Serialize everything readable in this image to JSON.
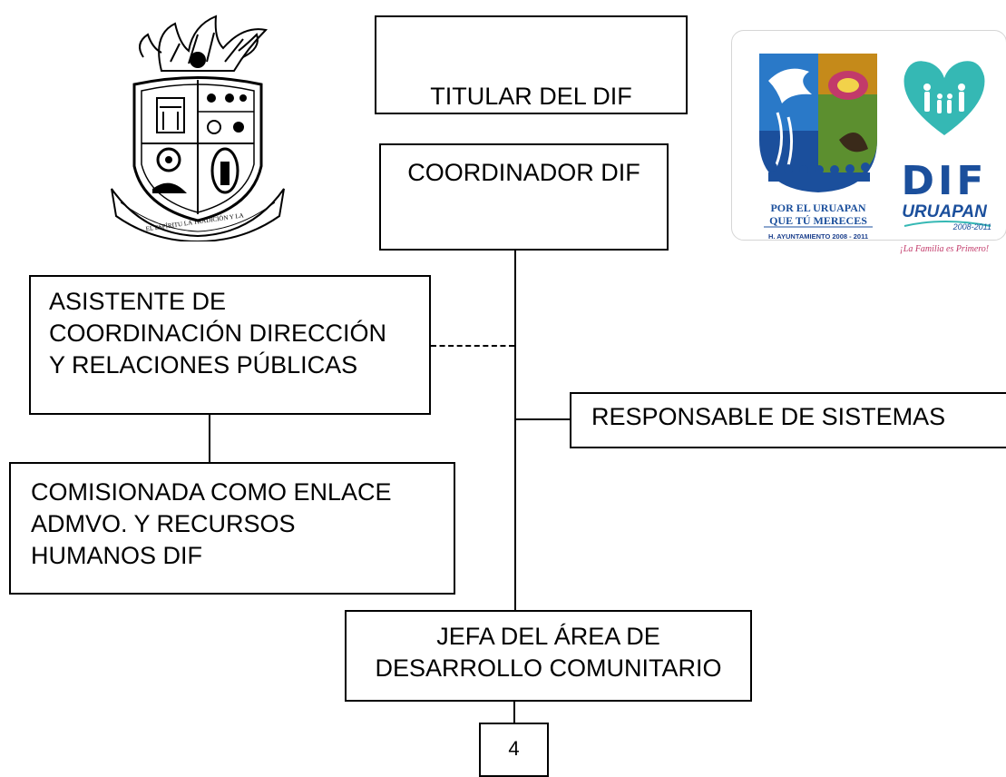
{
  "titular": "TITULAR DEL DIF",
  "coordinador": "COORDINADOR DIF",
  "asistente": [
    "ASISTENTE DE",
    "COORDINACIÓN DIRECCIÓN",
    "Y RELACIONES PÚBLICAS"
  ],
  "responsable": "RESPONSABLE DE SISTEMAS",
  "comisionada": [
    "COMISIONADA COMO ENLACE",
    "ADMVO. Y RECURSOS",
    "HUMANOS DIF"
  ],
  "jefa": [
    "JEFA DEL ÁREA DE",
    "DESARROLLO COMUNITARIO"
  ],
  "page_number": "4",
  "seal": {
    "banner_left": "EL ESPÍRITU LA TRADICIÓN Y LA"
  },
  "logo": {
    "line1": "POR EL URUAPAN",
    "line2": "QUE TÚ MERECES",
    "line3": "H. AYUNTAMIENTO 2008 - 2011",
    "brand": "DIF",
    "city": "URUAPAN",
    "years": "2008-2011",
    "slogan": "¡La Familia es Primero!",
    "colors": {
      "blue": "#1b4f9c",
      "teal": "#35b8b4",
      "pink": "#c23a6a",
      "gold": "#c58a1a",
      "green": "#5c8f2f"
    }
  }
}
